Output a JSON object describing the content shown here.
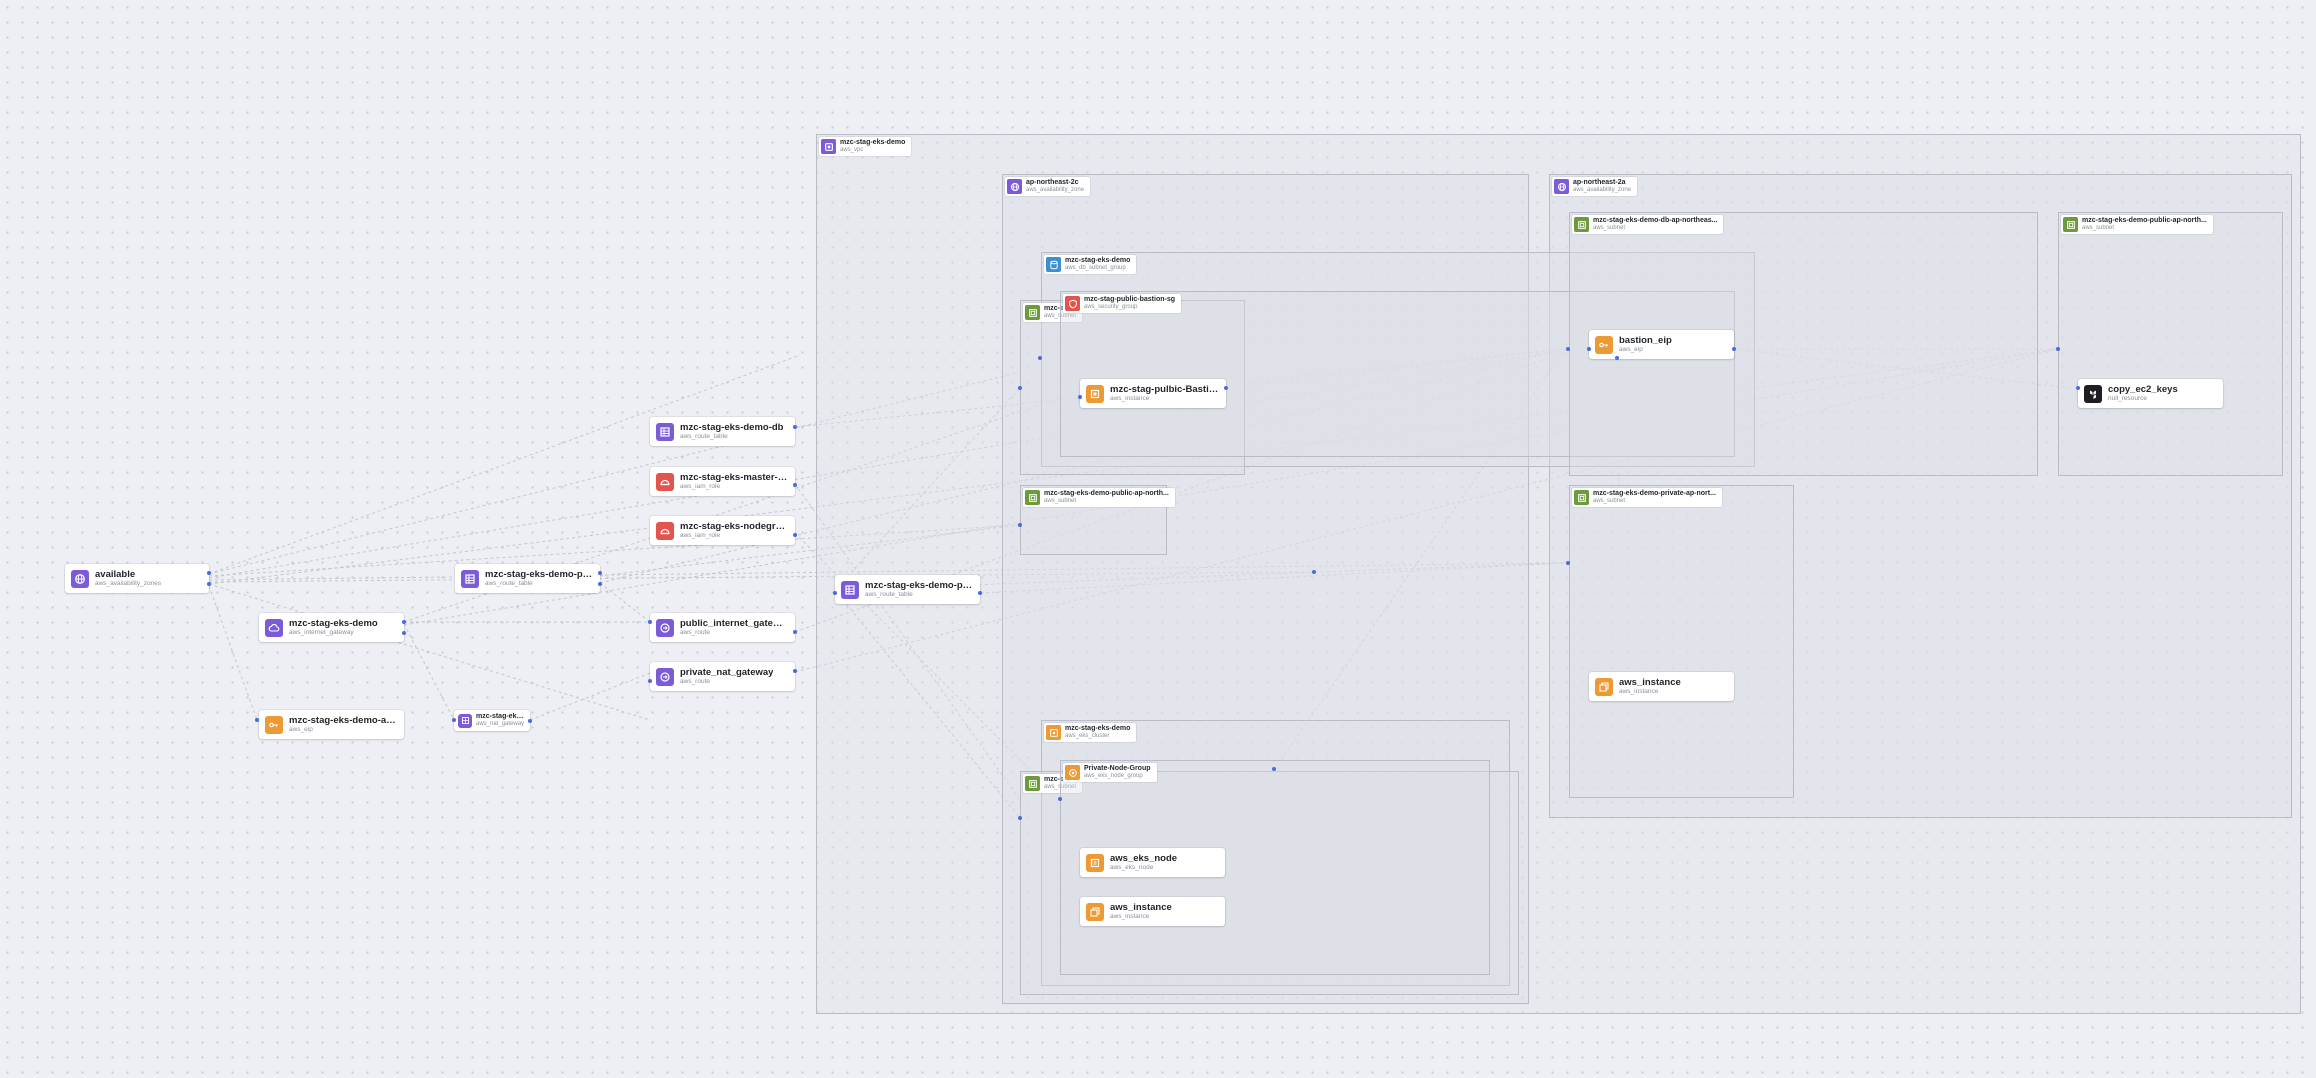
{
  "colors": {
    "purple": "#7b5bd8",
    "orange": "#ee9a34",
    "red": "#e3544e",
    "green": "#6e9a3e",
    "blue": "#3a8fd0",
    "black": "#1c1e24",
    "handle": "#4b6bdc"
  },
  "groups": {
    "vpc": {
      "title": "mzc-stag-eks-demo",
      "type": "aws_vpc",
      "icon": "vpc-icon"
    },
    "az_2c": {
      "title": "ap-northeast-2c",
      "type": "aws_availability_zone",
      "icon": "globe-icon"
    },
    "az_2a": {
      "title": "ap-northeast-2a",
      "type": "aws_availability_zone",
      "icon": "globe-icon"
    },
    "db_subnet_group": {
      "title": "mzc-stag-eks-demo",
      "type": "aws_db_subnet_group",
      "icon": "database-icon"
    },
    "bastion_sg": {
      "title": "mzc-stag-public-bastion-sg",
      "type": "aws_security_group",
      "icon": "shield-icon"
    },
    "subnet_2c_a": {
      "title": "mzc-s",
      "type": "aws_subnet",
      "icon": "subnet-icon"
    },
    "subnet_public_2c": {
      "title": "mzc-stag-eks-demo-public-ap-north...",
      "type": "aws_subnet",
      "icon": "subnet-icon"
    },
    "subnet_db_2a": {
      "title": "mzc-stag-eks-demo-db-ap-northeas...",
      "type": "aws_subnet",
      "icon": "subnet-icon"
    },
    "subnet_public_2a": {
      "title": "mzc-stag-eks-demo-public-ap-north...",
      "type": "aws_subnet",
      "icon": "subnet-icon"
    },
    "subnet_private_2a": {
      "title": "mzc-stag-eks-demo-private-ap-nort...",
      "type": "aws_subnet",
      "icon": "subnet-icon"
    },
    "eks_cluster": {
      "title": "mzc-stag-eks-demo",
      "type": "aws_eks_cluster",
      "icon": "cluster-icon"
    },
    "subnet_2c_b": {
      "title": "mzc-s",
      "type": "aws_subnet",
      "icon": "subnet-icon"
    },
    "node_group": {
      "title": "Private-Node-Group",
      "type": "aws_eks_node_group",
      "icon": "node-group-icon"
    }
  },
  "nodes": {
    "available": {
      "title": "available",
      "type": "aws_availability_zones",
      "icon": "globe-icon"
    },
    "igw": {
      "title": "mzc-stag-eks-demo",
      "type": "aws_internet_gateway",
      "icon": "cloud-gateway-icon"
    },
    "eip_nat": {
      "title": "mzc-stag-eks-demo-ap-nor...",
      "type": "aws_eip",
      "icon": "eip-icon"
    },
    "nat_gw": {
      "title": "mzc-stag-eks-d...",
      "type": "aws_nat_gateway",
      "icon": "nat-icon"
    },
    "rt_public": {
      "title": "mzc-stag-eks-demo-public",
      "type": "aws_route_table",
      "icon": "route-table-icon"
    },
    "rt_db": {
      "title": "mzc-stag-eks-demo-db",
      "type": "aws_route_table",
      "icon": "route-table-icon"
    },
    "role_master": {
      "title": "mzc-stag-eks-master-role",
      "type": "aws_iam_role",
      "icon": "helmet-icon"
    },
    "role_nodegroup": {
      "title": "mzc-stag-eks-nodegroup-r...",
      "type": "aws_iam_role",
      "icon": "helmet-icon"
    },
    "route_public": {
      "title": "public_internet_gateway",
      "type": "aws_route",
      "icon": "route-icon"
    },
    "route_nat": {
      "title": "private_nat_gateway",
      "type": "aws_route",
      "icon": "route-icon"
    },
    "rt_private": {
      "title": "mzc-stag-eks-demo-private",
      "type": "aws_route_table",
      "icon": "route-table-icon"
    },
    "bastion_host": {
      "title": "mzc-stag-pulbic-BastionHost",
      "type": "aws_instance",
      "icon": "instance-icon"
    },
    "bastion_eip": {
      "title": "bastion_eip",
      "type": "aws_eip",
      "icon": "eip-icon"
    },
    "copy_keys": {
      "title": "copy_ec2_keys",
      "type": "null_resource",
      "icon": "terraform-icon"
    },
    "instance_2a": {
      "title": "aws_instance",
      "type": "aws_instance",
      "icon": "instance-icon"
    },
    "eks_node": {
      "title": "aws_eks_node",
      "type": "aws_eks_node",
      "icon": "instance-icon"
    },
    "instance_ng": {
      "title": "aws_instance",
      "type": "aws_instance",
      "icon": "instance-icon"
    }
  }
}
